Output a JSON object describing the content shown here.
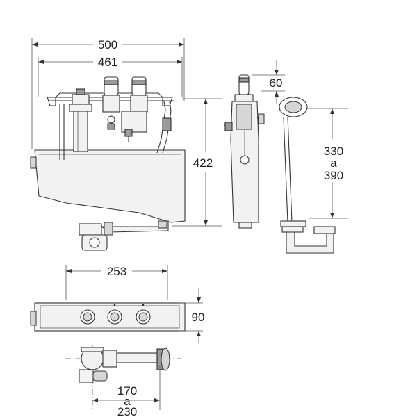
{
  "dimensions": {
    "overall_width": "500",
    "inner_width": "461",
    "height": "422",
    "top_clearance": "60",
    "stroke_range_low": "330",
    "stroke_range_sep": "a",
    "stroke_range_high": "390",
    "plan_width": "253",
    "depth": "90",
    "drain_range_low": "170",
    "drain_range_sep": "a",
    "drain_range_high": "230"
  }
}
